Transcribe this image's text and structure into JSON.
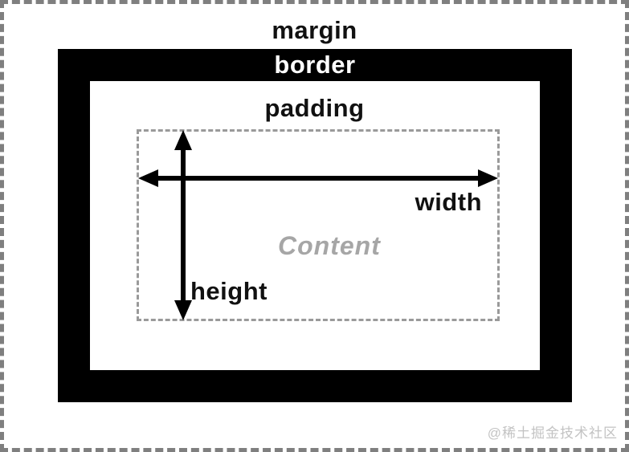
{
  "diagram": {
    "type": "css-box-model",
    "labels": {
      "margin": "margin",
      "border": "border",
      "padding": "padding",
      "content": "Content",
      "width": "width",
      "height": "height"
    },
    "watermark": "@稀土掘金技术社区",
    "colors": {
      "background": "#ffffff",
      "border_fill": "#000000",
      "margin_dash": "#7f7f7f",
      "content_dash": "#9a9a9a",
      "label_text": "#111111",
      "border_label_text": "#ffffff",
      "content_label_text": "#a6a6a6",
      "watermark_text": "#c3c3c3",
      "arrow_color": "#000000"
    },
    "arrows": [
      {
        "name": "width-arrow",
        "orientation": "horizontal",
        "double_headed": true,
        "measures": "width"
      },
      {
        "name": "height-arrow",
        "orientation": "vertical",
        "double_headed": true,
        "measures": "height"
      }
    ]
  }
}
